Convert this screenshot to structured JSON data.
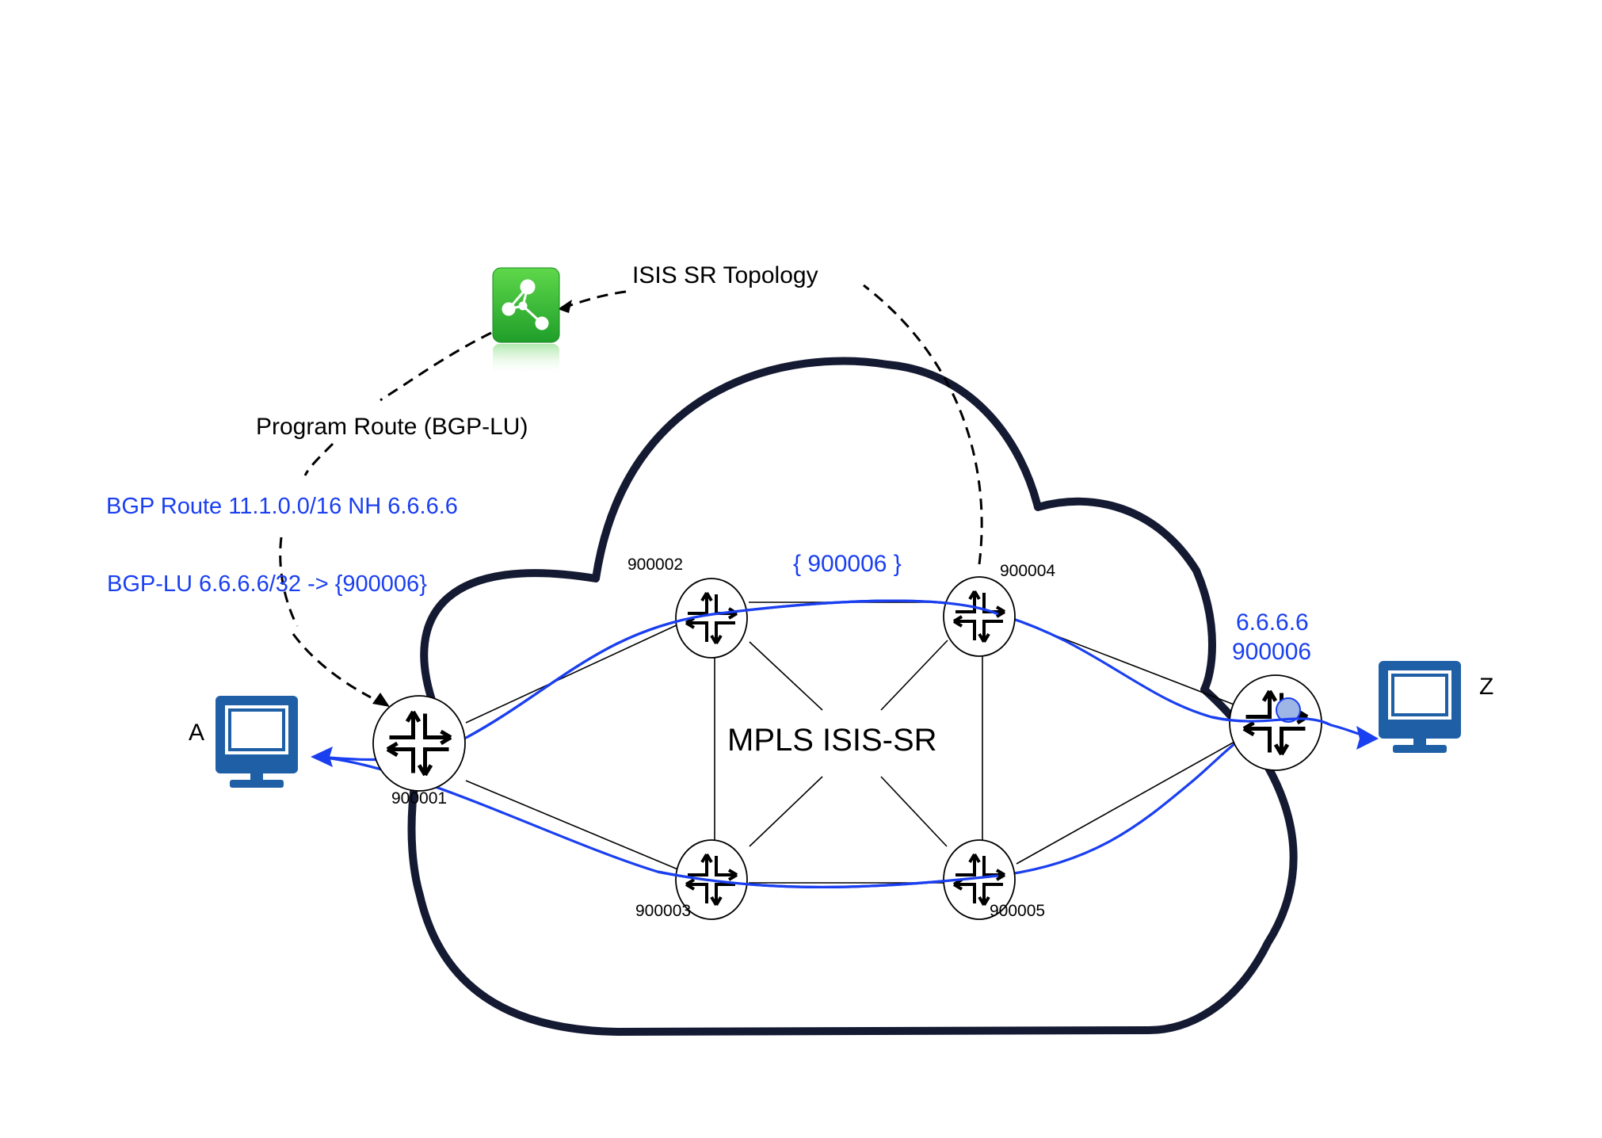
{
  "controller": {
    "icon": "network-topology-icon",
    "color": "#27b32f"
  },
  "labels": {
    "isis_topology": "ISIS SR Topology",
    "program_route": "Program Route (BGP-LU)",
    "bgp_route": "BGP Route 11.1.0.0/16 NH 6.6.6.6",
    "bgp_lu": "BGP-LU 6.6.6.6/32 -> {900006}",
    "cloud_title": "MPLS ISIS-SR",
    "label_stack": "{ 900006 }",
    "egress_address": "6.6.6.6",
    "egress_sid": "900006",
    "host_a": "A",
    "host_z": "Z"
  },
  "routers": {
    "r1": {
      "sid": "900001",
      "icon": "router-icon"
    },
    "r2": {
      "sid": "900002",
      "icon": "router-icon"
    },
    "r3": {
      "sid": "900003",
      "icon": "router-icon"
    },
    "r4": {
      "sid": "900004",
      "icon": "router-icon"
    },
    "r5": {
      "sid": "900005",
      "icon": "router-icon"
    },
    "r6": {
      "icon": "router-icon"
    }
  },
  "hosts": {
    "a": {
      "icon": "monitor-icon"
    },
    "z": {
      "icon": "monitor-icon"
    }
  },
  "colors": {
    "path": "#1a3ff0",
    "text_blue": "#1a3ff0",
    "cloud_outline": "#151a33",
    "monitor": "#1f5fa6",
    "controller_green": "#27b32f"
  }
}
